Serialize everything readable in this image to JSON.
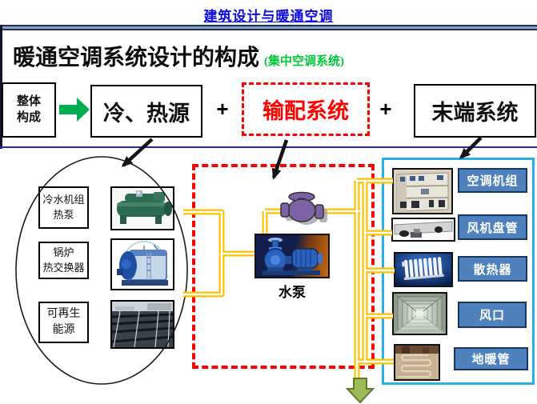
{
  "header": {
    "title": "建筑设计与暖通空调"
  },
  "title": {
    "main": "暖通空调系统设计的构成",
    "subtitle": "(集中空调系统)"
  },
  "flow": {
    "overall": {
      "line1": "整体",
      "line2": "构成"
    },
    "source_label": "冷、热源",
    "plus1": "+",
    "transport_label": "输配系统",
    "plus2": "+",
    "terminal_label": "末端系统"
  },
  "sources": {
    "items": [
      {
        "line1": "冷水机组",
        "line2": "热泵",
        "image": "chiller-photo"
      },
      {
        "line1": "锅炉",
        "line2": "热交换器",
        "image": "boiler-photo"
      },
      {
        "line1": "可再生",
        "line2": "能源",
        "image": "solar-panels-photo"
      }
    ]
  },
  "transport": {
    "pump_label": "水泵",
    "images": [
      "valve-clipart",
      "water-pump-photo"
    ]
  },
  "terminals": {
    "items": [
      {
        "label": "空调机组",
        "image": "air-handling-unit-photo"
      },
      {
        "label": "风机盘管",
        "image": "fan-coil-photo"
      },
      {
        "label": "散热器",
        "image": "radiator-photo"
      },
      {
        "label": "风口",
        "image": "air-diffuser-photo"
      },
      {
        "label": "地暖管",
        "image": "floor-heating-pipes-photo"
      }
    ]
  },
  "colors": {
    "header_blue": "#0a0ae0",
    "accent_red": "#ff0000",
    "flow_arrow_green": "#00b050",
    "subtitle_green": "#00c838",
    "label_steel_blue": "#4f81bd",
    "panel_cyan": "#29b0e8",
    "pipe_yellow": "#ffc000",
    "bottom_arrow_olive": "#9bbb59"
  }
}
